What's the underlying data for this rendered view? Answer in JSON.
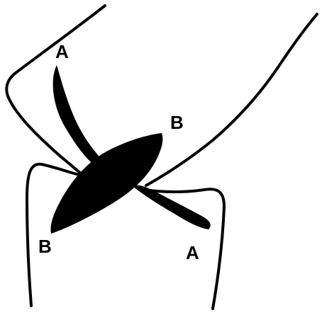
{
  "labels": {
    "a_top": "A",
    "b_top": "B",
    "b_bottom": "B",
    "a_bottom": "A"
  },
  "colors": {
    "ink": "#000000",
    "background": "#ffffff"
  }
}
